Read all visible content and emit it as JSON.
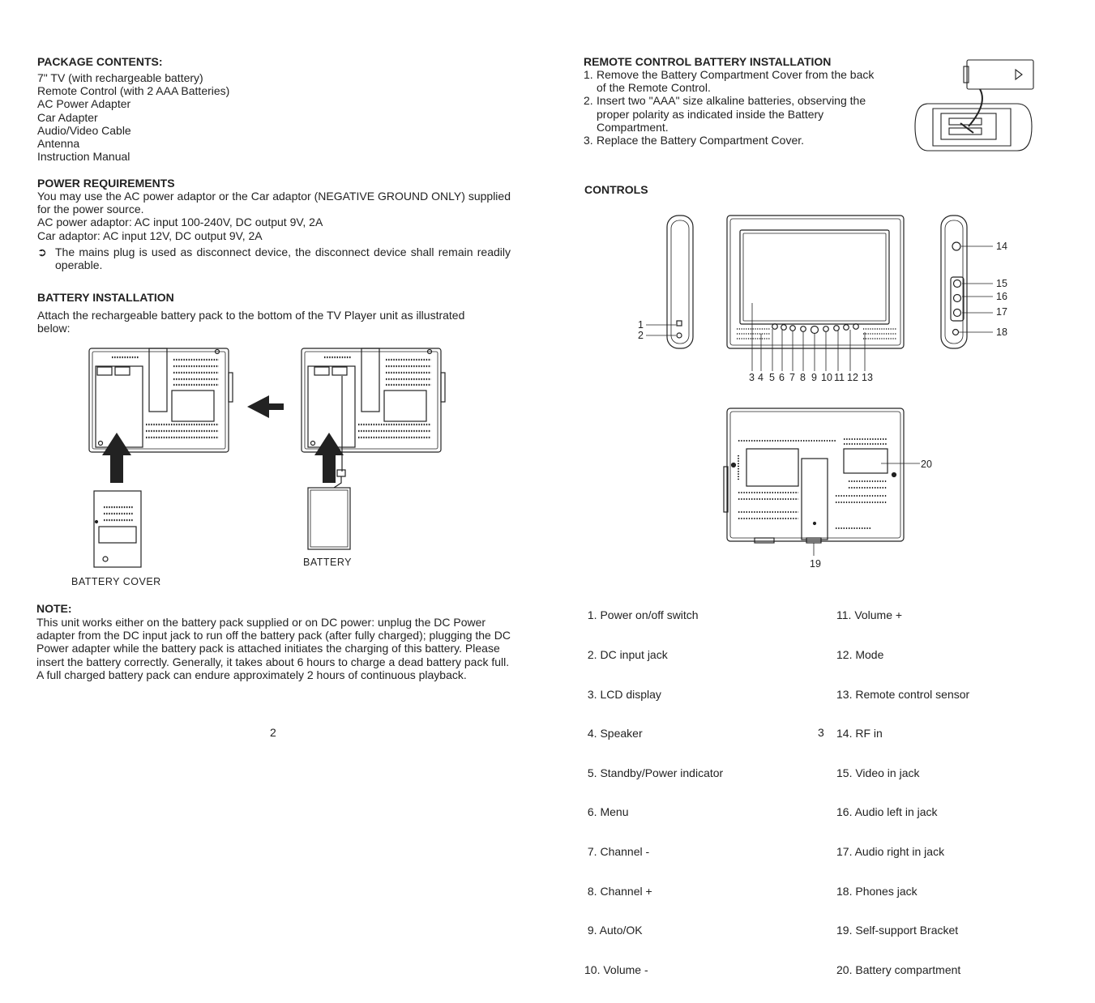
{
  "left": {
    "package": {
      "title": "PACKAGE CONTENTS:",
      "items": [
        "7\" TV (with rechargeable battery)",
        "Remote Control (with 2 AAA Batteries)",
        "AC Power Adapter",
        "Car Adapter",
        "Audio/Video Cable",
        "Antenna",
        "Instruction Manual"
      ]
    },
    "power": {
      "title": "POWER REQUIREMENTS",
      "p1": "You may use the AC power adaptor or the Car adaptor (NEGATIVE GROUND ONLY) supplied for the power source.",
      "p2": "AC power adaptor: AC input 100-240V, DC output 9V, 2A",
      "p3": "Car adaptor: AC input 12V, DC output 9V, 2A",
      "note_icon": "arrow-bullet-icon",
      "note": "The mains plug is used as disconnect device, the disconnect device shall remain readily operable."
    },
    "battery": {
      "title": "BATTERY INSTALLATION",
      "text": "Attach the rechargeable battery pack to the bottom of the TV Player unit as illustrated below:",
      "label_cover": "BATTERY COVER",
      "label_battery": "BATTERY"
    },
    "note": {
      "title": "NOTE:",
      "text": "This unit works either on the battery pack supplied or on DC power: unplug the DC Power adapter from the DC input jack to run off the battery pack (after fully charged); plugging the DC Power adapter while the battery pack is attached initiates the charging of this battery. Please insert the battery correctly. Generally, it takes about 6 hours to charge a dead battery pack full. A full charged battery pack can endure approximately 2 hours of continuous playback."
    },
    "page_number": "2"
  },
  "right": {
    "remote": {
      "title": "REMOTE CONTROL BATTERY INSTALLATION",
      "steps": [
        {
          "n": "1.",
          "text": "Remove the Battery Compartment Cover from the back of the Remote Control."
        },
        {
          "n": "2.",
          "text": "Insert two \"AAA\" size alkaline batteries, observing the proper polarity as indicated inside the Battery Compartment."
        },
        {
          "n": "3.",
          "text": "Replace the Battery Compartment Cover."
        }
      ]
    },
    "controls": {
      "title": "CONTROLS",
      "callouts": [
        "1",
        "2",
        "3",
        "4",
        "5",
        "6",
        "7",
        "8",
        "9",
        "10",
        "11",
        "12",
        "13",
        "14",
        "15",
        "16",
        "17",
        "18",
        "19",
        "20"
      ],
      "list_left": [
        " 1. Power on/off switch",
        " 2. DC input jack",
        " 3. LCD display",
        " 4. Speaker",
        " 5. Standby/Power indicator",
        " 6. Menu",
        " 7. Channel -",
        " 8. Channel +",
        " 9. Auto/OK",
        "10. Volume -"
      ],
      "list_right": [
        "11. Volume +",
        "12. Mode",
        "13. Remote control sensor",
        "14. RF in",
        "15. Video in jack",
        "16. Audio left in jack",
        "17. Audio right in jack",
        "18. Phones jack",
        "19. Self-support Bracket",
        "20. Battery compartment"
      ]
    },
    "page_number": "3"
  }
}
